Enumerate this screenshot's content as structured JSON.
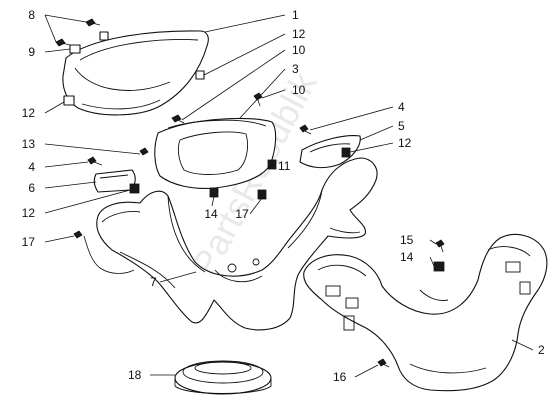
{
  "watermark": "PartsRepublik",
  "callouts": [
    {
      "id": "c8",
      "label": "8"
    },
    {
      "id": "c9",
      "label": "9"
    },
    {
      "id": "c12a",
      "label": "12"
    },
    {
      "id": "c1",
      "label": "1"
    },
    {
      "id": "c12b",
      "label": "12"
    },
    {
      "id": "c10a",
      "label": "10"
    },
    {
      "id": "c3",
      "label": "3"
    },
    {
      "id": "c10b",
      "label": "10"
    },
    {
      "id": "c4a",
      "label": "4"
    },
    {
      "id": "c5",
      "label": "5"
    },
    {
      "id": "c12c",
      "label": "12"
    },
    {
      "id": "c13",
      "label": "13"
    },
    {
      "id": "c4b",
      "label": "4"
    },
    {
      "id": "c6",
      "label": "6"
    },
    {
      "id": "c11",
      "label": "11"
    },
    {
      "id": "c12d",
      "label": "12"
    },
    {
      "id": "c14a",
      "label": "14"
    },
    {
      "id": "c17a",
      "label": "17"
    },
    {
      "id": "c17b",
      "label": "17"
    },
    {
      "id": "c15",
      "label": "15"
    },
    {
      "id": "c14b",
      "label": "14"
    },
    {
      "id": "c7",
      "label": "7"
    },
    {
      "id": "c2",
      "label": "2"
    },
    {
      "id": "c18",
      "label": "18"
    },
    {
      "id": "c16",
      "label": "16"
    }
  ]
}
